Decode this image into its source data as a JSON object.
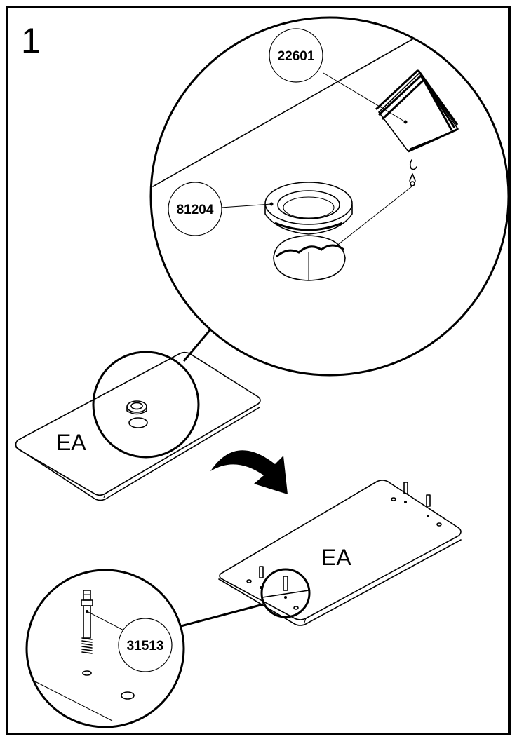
{
  "step": {
    "number": "1"
  },
  "parts": [
    {
      "id": "22601"
    },
    {
      "id": "81204"
    },
    {
      "id": "31513"
    }
  ],
  "boards": {
    "top_label": "EA",
    "bottom_label": "EA"
  },
  "icons": {
    "flip": "curved-arrow-icon"
  }
}
